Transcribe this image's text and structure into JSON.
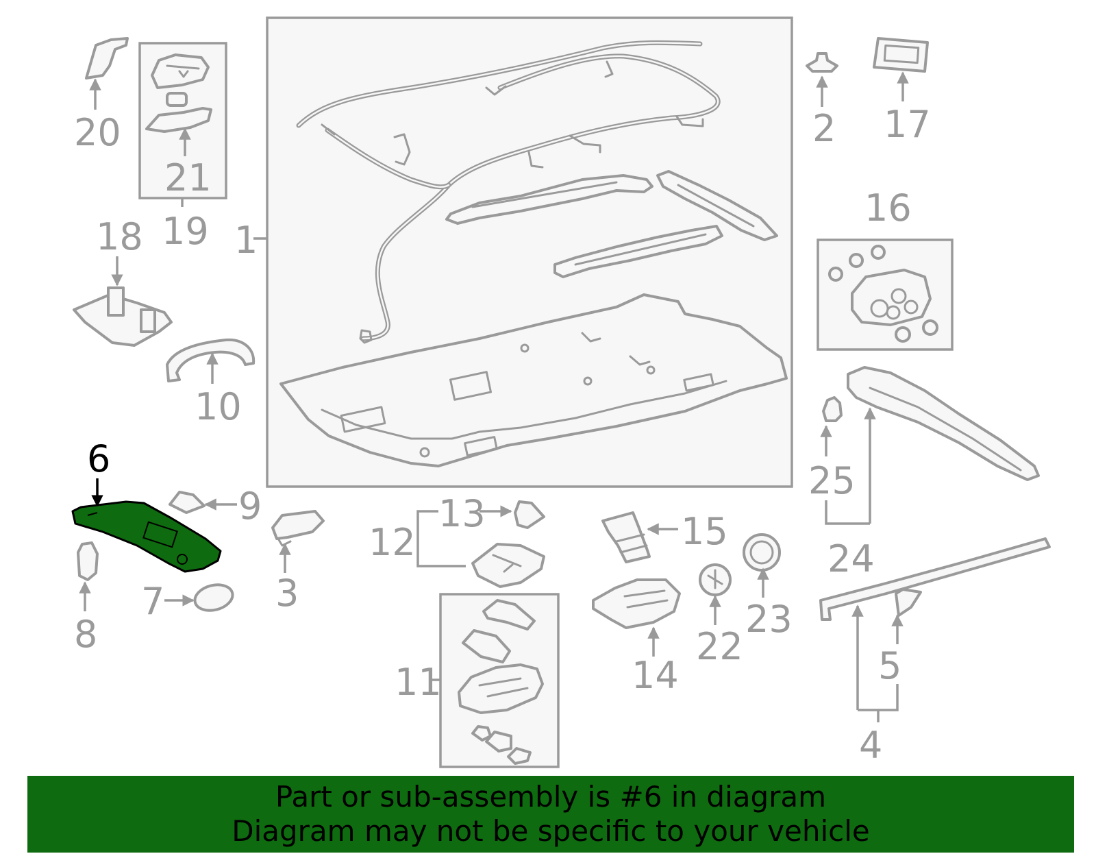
{
  "callouts": {
    "c1": "1",
    "c2": "2",
    "c3": "3",
    "c4": "4",
    "c5": "5",
    "c6": "6",
    "c7": "7",
    "c8": "8",
    "c9": "9",
    "c10": "10",
    "c11": "11",
    "c12": "12",
    "c13": "13",
    "c14": "14",
    "c15": "15",
    "c16": "16",
    "c17": "17",
    "c18": "18",
    "c19": "19",
    "c20": "20",
    "c21": "21",
    "c22": "22",
    "c23": "23",
    "c24": "24",
    "c25": "25"
  },
  "highlight": {
    "part": "6",
    "color": "#0f6b0f"
  },
  "colors": {
    "line": "#9a9a9a",
    "fill": "#f7f7f7",
    "banner": "#0f6b0f"
  },
  "banner": {
    "line1": "Part or sub-assembly is #6 in diagram",
    "line2": "Diagram may not be specific to your vehicle"
  }
}
